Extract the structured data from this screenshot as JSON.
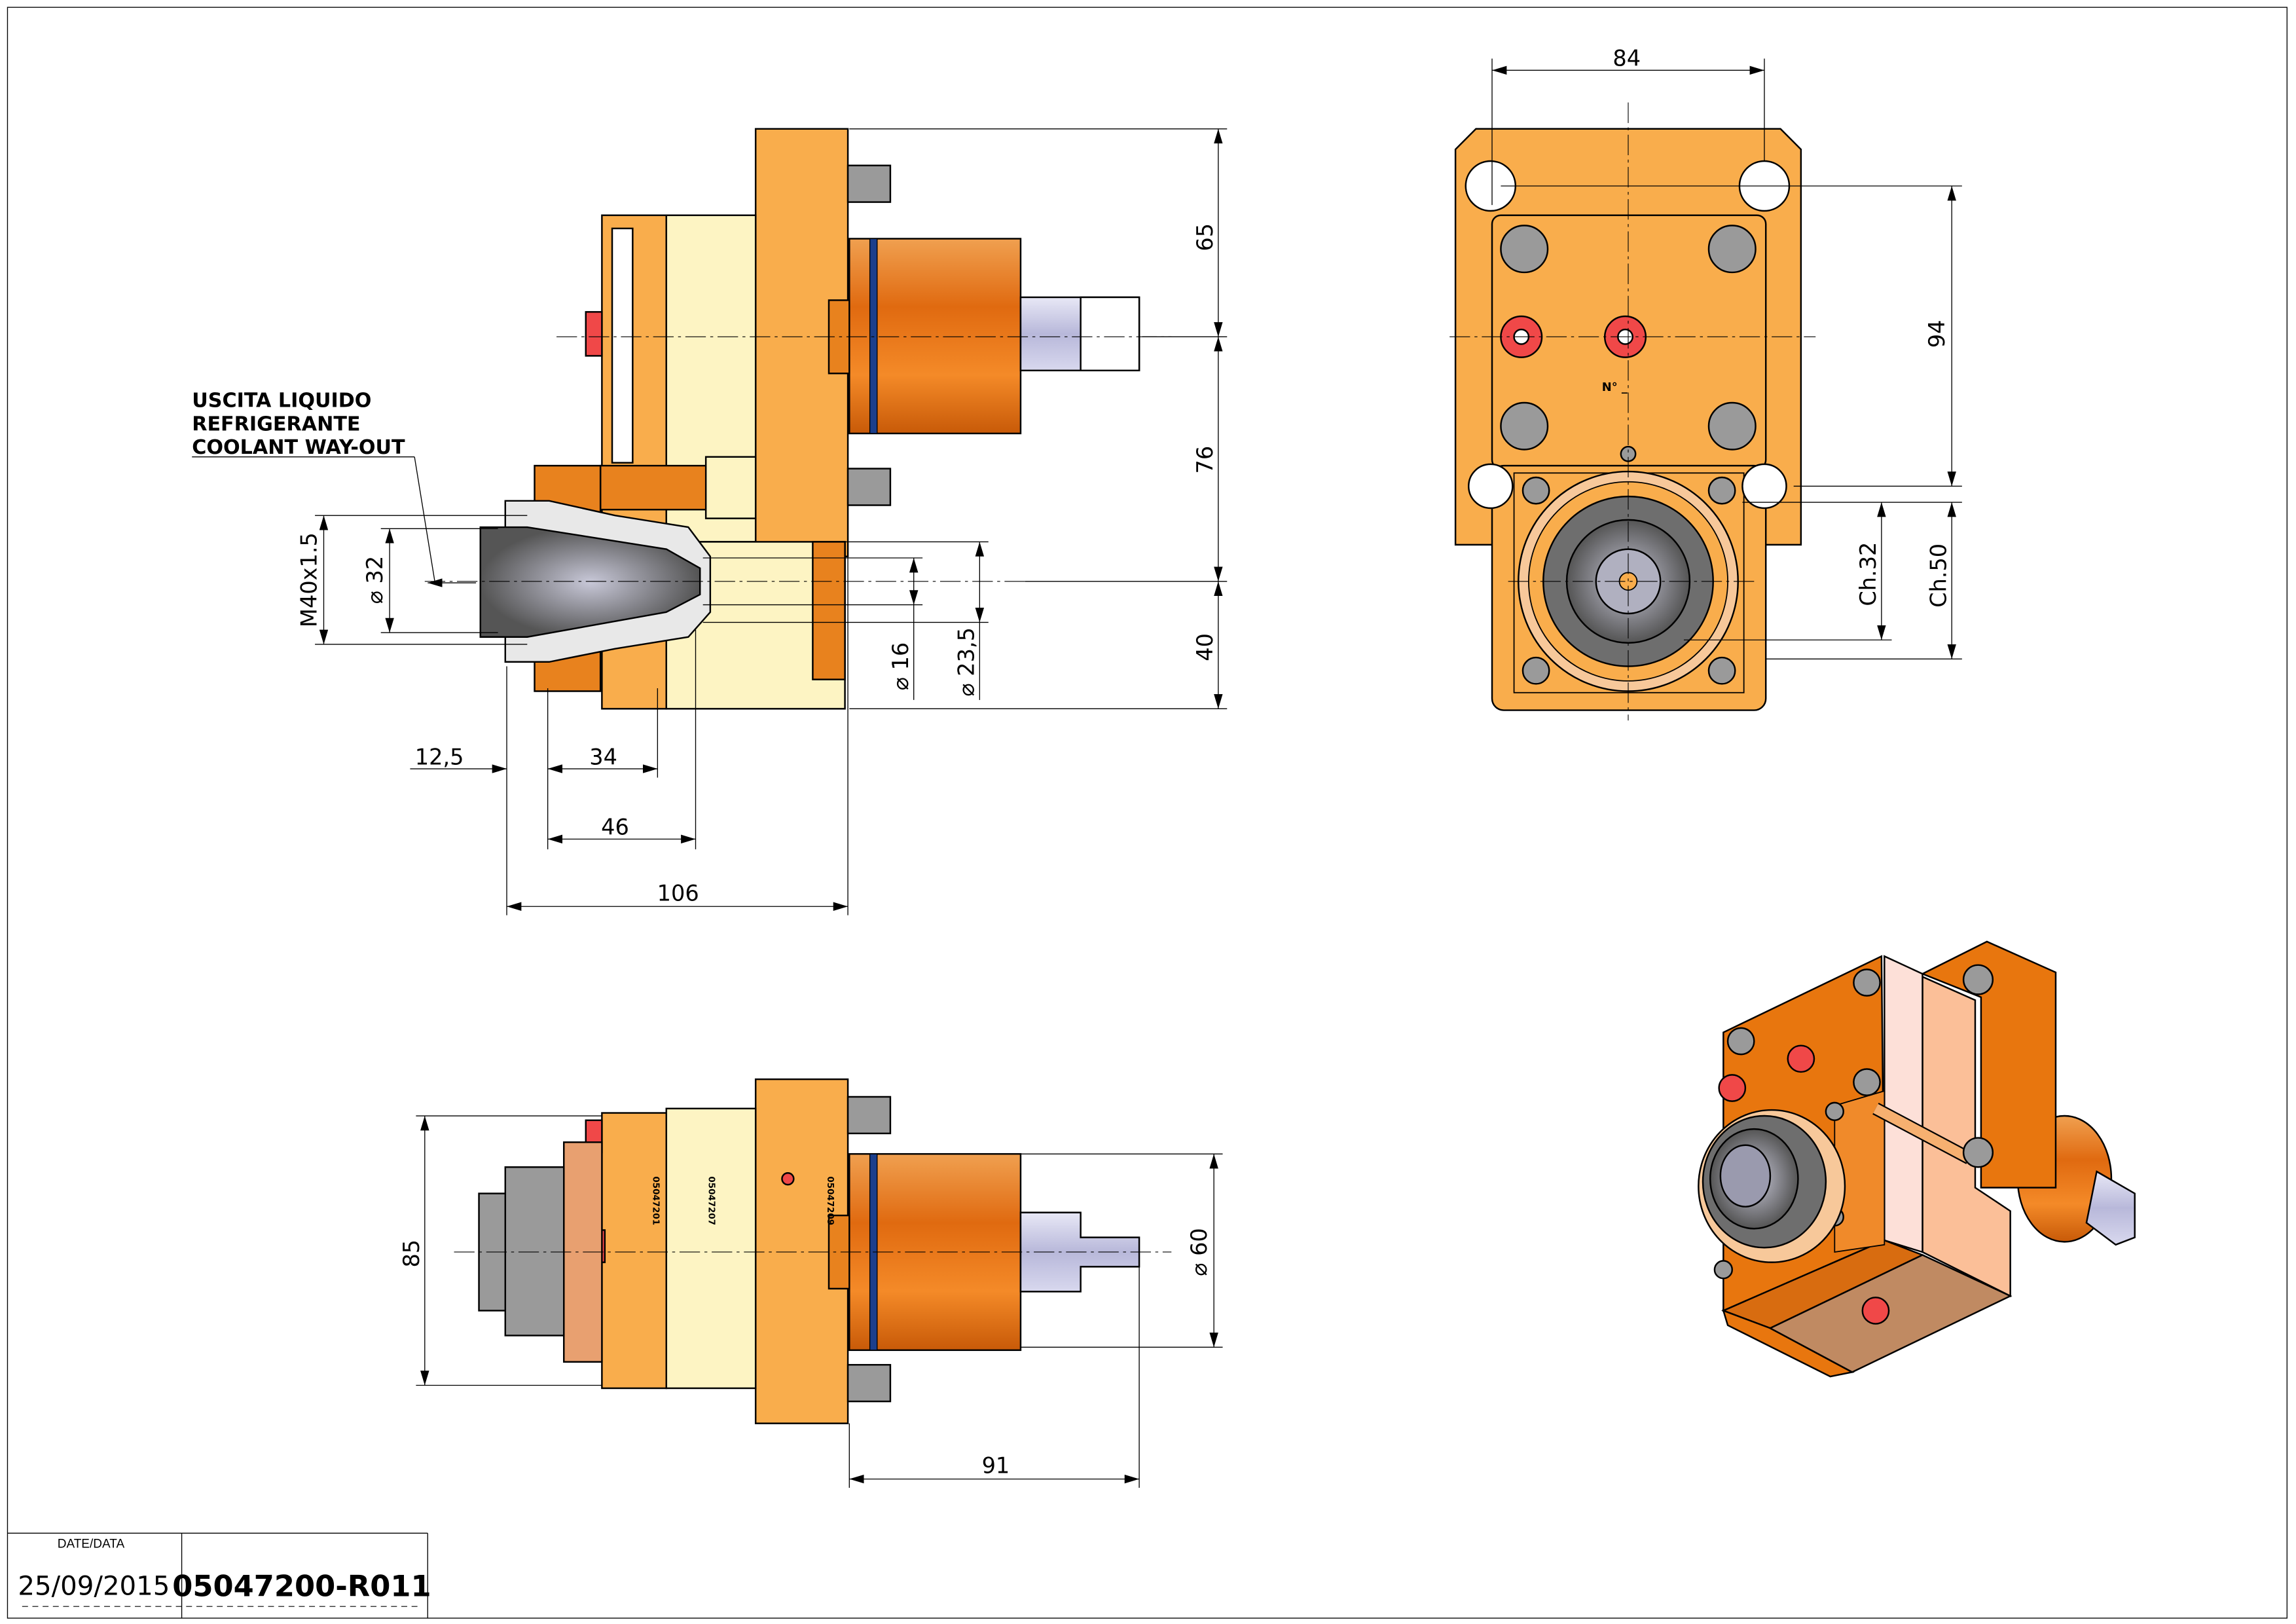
{
  "title_block": {
    "date_label": "DATE/DATA",
    "date": "25/09/2015",
    "drawing_number": "05047200-R011"
  },
  "note": {
    "lines": [
      "USCITA LIQUIDO",
      "REFRIGERANTE",
      "COOLANT WAY-OUT"
    ]
  },
  "side_view": {
    "dims": {
      "d65": "65",
      "d76": "76",
      "d40": "40",
      "d16": "⌀ 16",
      "d23": "⌀ 23,5",
      "m40": "M40x1.5",
      "d32": "⌀ 32",
      "d12": "12,5",
      "d34": "34",
      "d46": "46",
      "d106": "106"
    }
  },
  "front_view": {
    "dims": {
      "d84": "84",
      "d94": "94",
      "ch32": "Ch.32",
      "ch50": "Ch.50"
    },
    "marking": "N° _"
  },
  "bottom_view": {
    "dims": {
      "d85": "85",
      "d60": "⌀ 60",
      "d91": "91"
    },
    "part_labels": [
      "05047201",
      "05047207",
      "05047209"
    ]
  },
  "colors": {
    "body_orange": "#f9ad4c",
    "dark_orange": "#e8821e",
    "cream": "#fdf4c3",
    "plug_red": "#f04848",
    "shaft": "#c9c9e6"
  }
}
